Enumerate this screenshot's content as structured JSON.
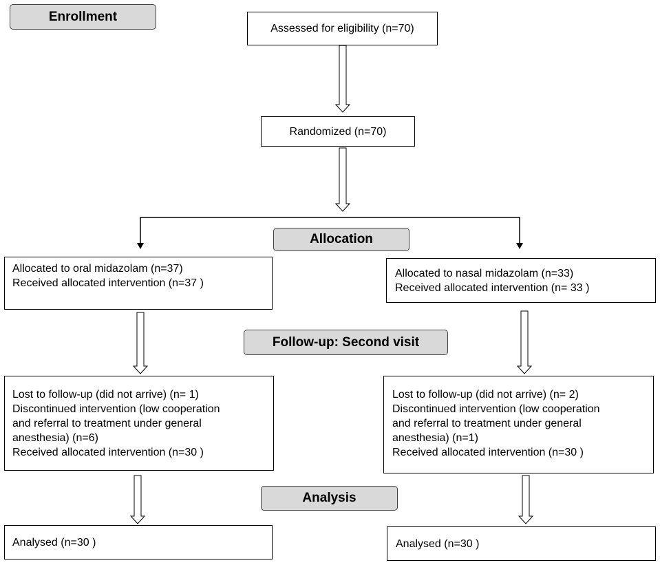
{
  "stages": {
    "enrollment": "Enrollment",
    "allocation": "Allocation",
    "followup": "Follow-up:  Second visit",
    "analysis": "Analysis"
  },
  "assessed": "Assessed for eligibility (n=70)",
  "randomized": "Randomized  (n=70)",
  "left": {
    "allocated": [
      "Allocated to oral midazolam (n=37)",
      "Received  allocated intervention  (n=37  )"
    ],
    "followup": [
      "Lost to follow-up  (did not arrive)  (n= 1)",
      "Discontinued intervention  (low cooperation",
      "and referral to treatment under general",
      "anesthesia) (n=6)",
      "Received  allocated intervention  (n=30   )"
    ],
    "analysed": "Analysed  (n=30 )"
  },
  "right": {
    "allocated": [
      "Allocated to nasal midazolam (n=33)",
      "Received  allocated intervention  (n= 33 )"
    ],
    "followup": [
      "Lost to follow-up  (did not arrive)  (n= 2)",
      "Discontinued intervention  (low cooperation",
      "and referral to treatment under general",
      "anesthesia) (n=1)",
      "Received  allocated intervention  (n=30   )"
    ],
    "analysed": "Analysed  (n=30  )"
  }
}
